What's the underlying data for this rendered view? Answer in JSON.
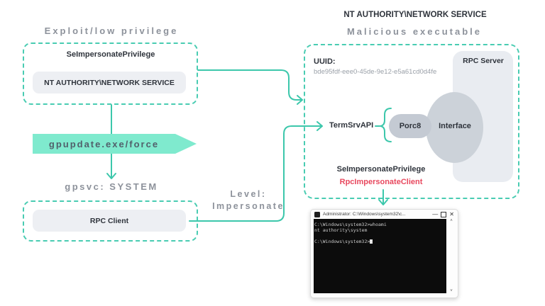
{
  "colors": {
    "teal": "#3cc7ab",
    "teal_border": "#49ccb2",
    "mint": "#7feace",
    "banner_text": "#51606b",
    "dark": "#2f343c",
    "gray_label": "#8d929b",
    "gray_value": "#9aa0a8",
    "pill_bg": "#edeff3",
    "rect_bg": "#e9ecf1",
    "ellipse_bg": "#ccd2d9",
    "porc_bg": "#c4cad3",
    "red": "#e8485e",
    "console_bg": "#0c0c0c",
    "console_text": "#c9c9c9"
  },
  "left": {
    "section_label": "Exploit/low privilege",
    "privilege_title": "SeImpersonatePrivilege",
    "account_pill": "NT AUTHORITY\\NETWORK SERVICE",
    "banner_command": "gpupdate.exe/force",
    "gpsvc_label": "gpsvc: SYSTEM",
    "rpc_client_pill": "RPC Client"
  },
  "middle": {
    "level_line1": "Level:",
    "level_line2": "Impersonate"
  },
  "right": {
    "header": "NT AUTHORITY\\NETWORK SERVICE",
    "section_label": "Malicious executable",
    "uuid_label": "UUID:",
    "uuid_value": "bde95fdf-eee0-45de-9e12-e5a61cd0d4fe",
    "rpc_server_label": "RPC Server",
    "termsrv_label": "TermSrvAPI",
    "porc_label": "Porc8",
    "interface_label": "Interface",
    "privilege_label": "SeImpersonatePrivilege",
    "impersonate_call": "RpcImpersonateClient"
  },
  "terminal": {
    "title": "Administrator: C:\\Windows\\system32\\c...",
    "line1": "C:\\Windows\\system32>whoami",
    "line2": "nt authority\\system",
    "line3": "",
    "prompt": "C:\\Windows\\system32>",
    "icons": {
      "minimize": "—",
      "close": "✕",
      "scroll_up": "˄",
      "scroll_down": "˅"
    }
  }
}
